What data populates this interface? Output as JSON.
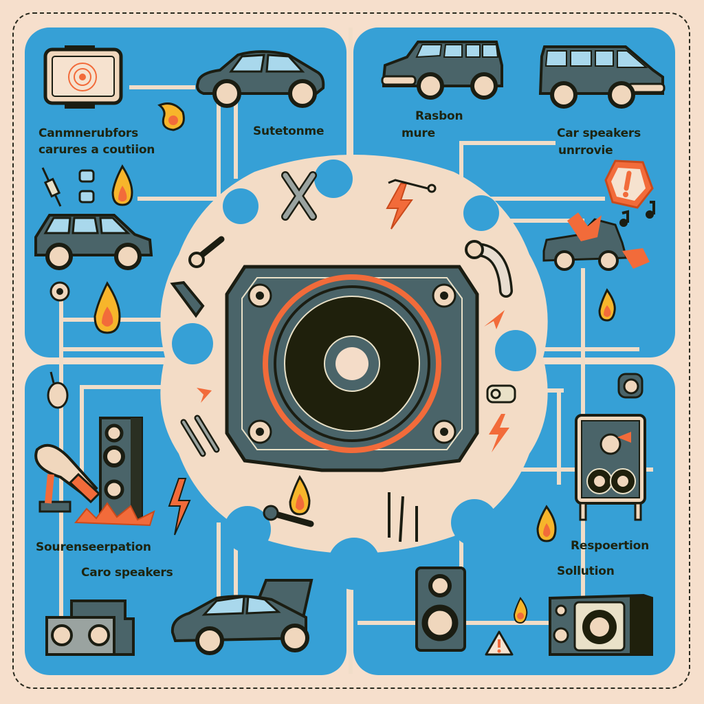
{
  "title": "Car speakers troubleshooting diagram",
  "colors": {
    "background": "#f6dfcc",
    "panel_blue": "#36a0d6",
    "speaker_body": "#4a6469",
    "speaker_cone": "#1f200c",
    "accent_orange": "#f26b3a",
    "flame_yellow": "#f7b52b",
    "ink": "#1d2410"
  },
  "panels": {
    "top_left": {
      "label_line1": "Canmnerubfors",
      "label_line2": "carures a coutiion",
      "icons": [
        "monitor-icon",
        "sedan-car-icon",
        "flame-icon",
        "wrench-icon",
        "cable-plug-icon",
        "hatchback-car-icon"
      ]
    },
    "top_center": {
      "label": "Sutetonme"
    },
    "top_right_a": {
      "label_line1": "Rasbon",
      "label_line2": "mure",
      "icons": [
        "van-icon"
      ]
    },
    "top_right_b": {
      "label_line1": "Car speakers",
      "label_line2": "unrrovie",
      "icons": [
        "minivan-icon",
        "warning-shield-icon",
        "crashed-car-icon",
        "music-note-icon"
      ]
    },
    "bottom_left": {
      "label_line1": "Sourenseerpation",
      "label_line2": "Caro speakers",
      "icons": [
        "drill-icon",
        "tower-speaker-icon",
        "boombox-icon",
        "open-trunk-car-icon"
      ]
    },
    "bottom_right": {
      "label_line1": "Respoertion",
      "label_line2": "Sollution",
      "icons": [
        "subwoofer-cabinet-icon",
        "bookshelf-speaker-icon",
        "warning-triangle-icon",
        "box-speaker-icon"
      ]
    }
  },
  "center": {
    "icon": "car-speaker-icon",
    "surrounding_icons": [
      "wrench-icon",
      "lightning-icon",
      "pipe-icon",
      "spanner-icon",
      "flame-icon",
      "cable-icon"
    ]
  }
}
